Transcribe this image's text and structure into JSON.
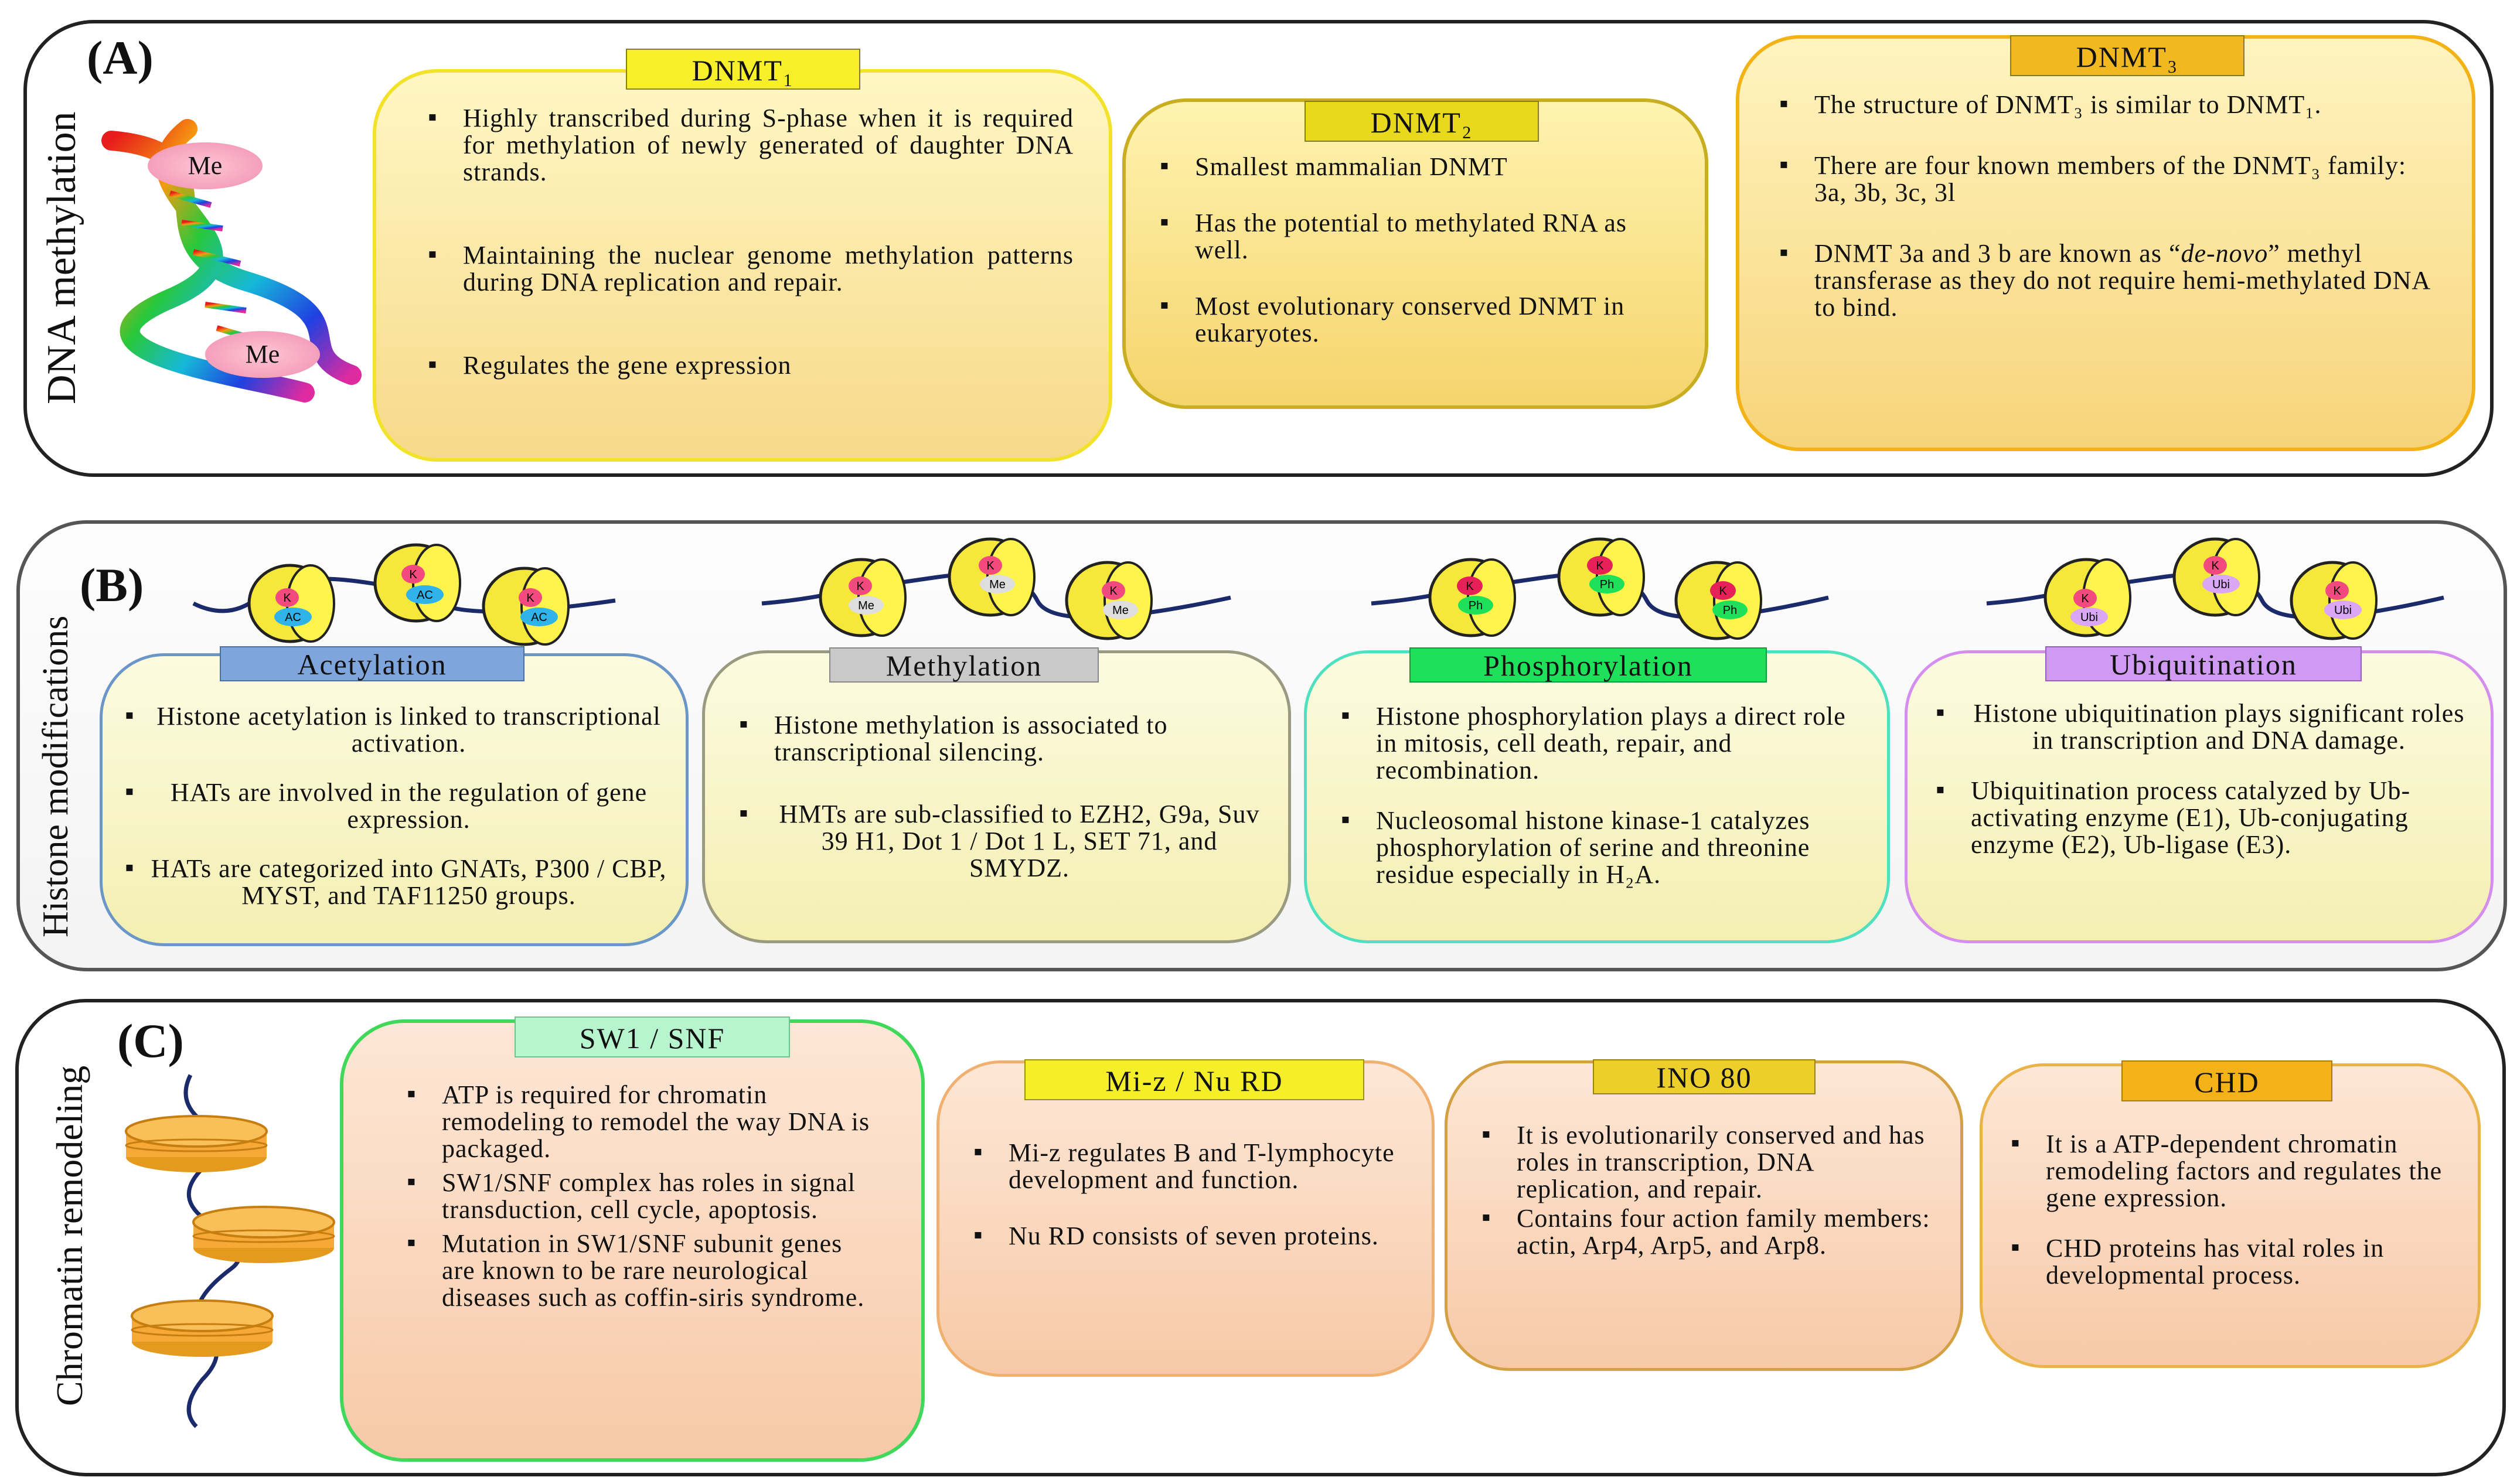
{
  "section_a": {
    "letter": "(A)",
    "side_title": "DNA methylation",
    "dna_label_top": "Me",
    "dna_label_bottom": "Me",
    "boxes": [
      {
        "title": "DNMT₁",
        "items": [
          "Highly transcribed during S-phase when it is required for methylation of newly generated of daughter DNA strands.",
          "Maintaining the nuclear genome methylation patterns during DNA replication and repair.",
          "Regulates the gene expression"
        ]
      },
      {
        "title": "DNMT₂",
        "items": [
          "Smallest mammalian DNMT",
          "Has the potential to methylated RNA as well.",
          "Most evolutionary conserved DNMT in eukaryotes."
        ]
      },
      {
        "title": "DNMT₃",
        "items": [
          "The structure of DNMT₃ is similar to DNMT₁.",
          "There are four known members of the DNMT₃ family: 3a, 3b, 3c, 3l",
          "DNMT 3a and 3 b are known as “de-novo” methyl transferase as they do not require hemi-methylated DNA to bind."
        ]
      }
    ]
  },
  "section_b": {
    "letter": "(B)",
    "side_title": "Histone modifications",
    "nucleosome_labels": {
      "k": "K",
      "ac": "AC",
      "me": "Me",
      "ph": "Ph",
      "ubi": "Ubi"
    },
    "boxes": [
      {
        "title": "Acetylation",
        "items": [
          "Histone acetylation is linked to transcriptional activation.",
          "HATs are involved in the regulation of gene expression.",
          "HATs are categorized into GNATs, P300 / CBP, MYST, and TAF11250 groups."
        ]
      },
      {
        "title": "Methylation",
        "items": [
          "Histone methylation is associated to transcriptional silencing.",
          "HMTs are sub-classified to EZH2, G9a, Suv 39 H1, Dot 1 / Dot 1 L, SET 71, and SMYDZ."
        ]
      },
      {
        "title": "Phosphorylation",
        "items": [
          "Histone phosphorylation plays a direct role in mitosis, cell death, repair, and recombination.",
          "Nucleosomal histone kinase-1 catalyzes phosphorylation of serine and threonine residue especially in H₂A."
        ]
      },
      {
        "title": "Ubiquitination",
        "items": [
          "Histone ubiquitination plays significant roles in transcription and DNA damage.",
          "Ubiquitination process catalyzed by Ub- activating enzyme (E1), Ub-conjugating enzyme (E2), Ub-ligase (E3)."
        ]
      }
    ]
  },
  "section_c": {
    "letter": "(C)",
    "side_title": "Chromatin remodeling",
    "boxes": [
      {
        "title": "SW1 / SNF",
        "items": [
          "ATP is required for chromatin remodeling to remodel the way DNA is packaged.",
          "SW1/SNF complex has roles in signal transduction, cell cycle, apoptosis.",
          "Mutation in SW1/SNF subunit genes are known to be rare neurological diseases such as coffin-siris syndrome."
        ]
      },
      {
        "title": "Mi-z / Nu RD",
        "items": [
          "Mi-z regulates B and T-lymphocyte development and function.",
          "Nu RD consists of seven proteins."
        ]
      },
      {
        "title": "INO 80",
        "items": [
          "It is evolutionarily conserved and has roles in transcription, DNA replication, and repair.",
          "Contains four action family members: actin, Arp4, Arp5, and Arp8."
        ]
      },
      {
        "title": "CHD",
        "items": [
          "It is a ATP-dependent chromatin remodeling factors and regulates the gene expression.",
          "CHD proteins has vital roles in developmental process."
        ]
      }
    ]
  },
  "colors": {
    "dnmt_tag": "#f7ef2a",
    "acetylation_tag": "#7ea6dc",
    "methylation_tag": "#c9c9c9",
    "phosphorylation_tag": "#1ee05a",
    "ubiquitination_tag": "#cf9af2",
    "sw1_tag": "#b7f5cf",
    "miz_tag": "#f4ef29",
    "ino_tag": "#eccf2a",
    "chd_tag": "#f4b21a"
  }
}
